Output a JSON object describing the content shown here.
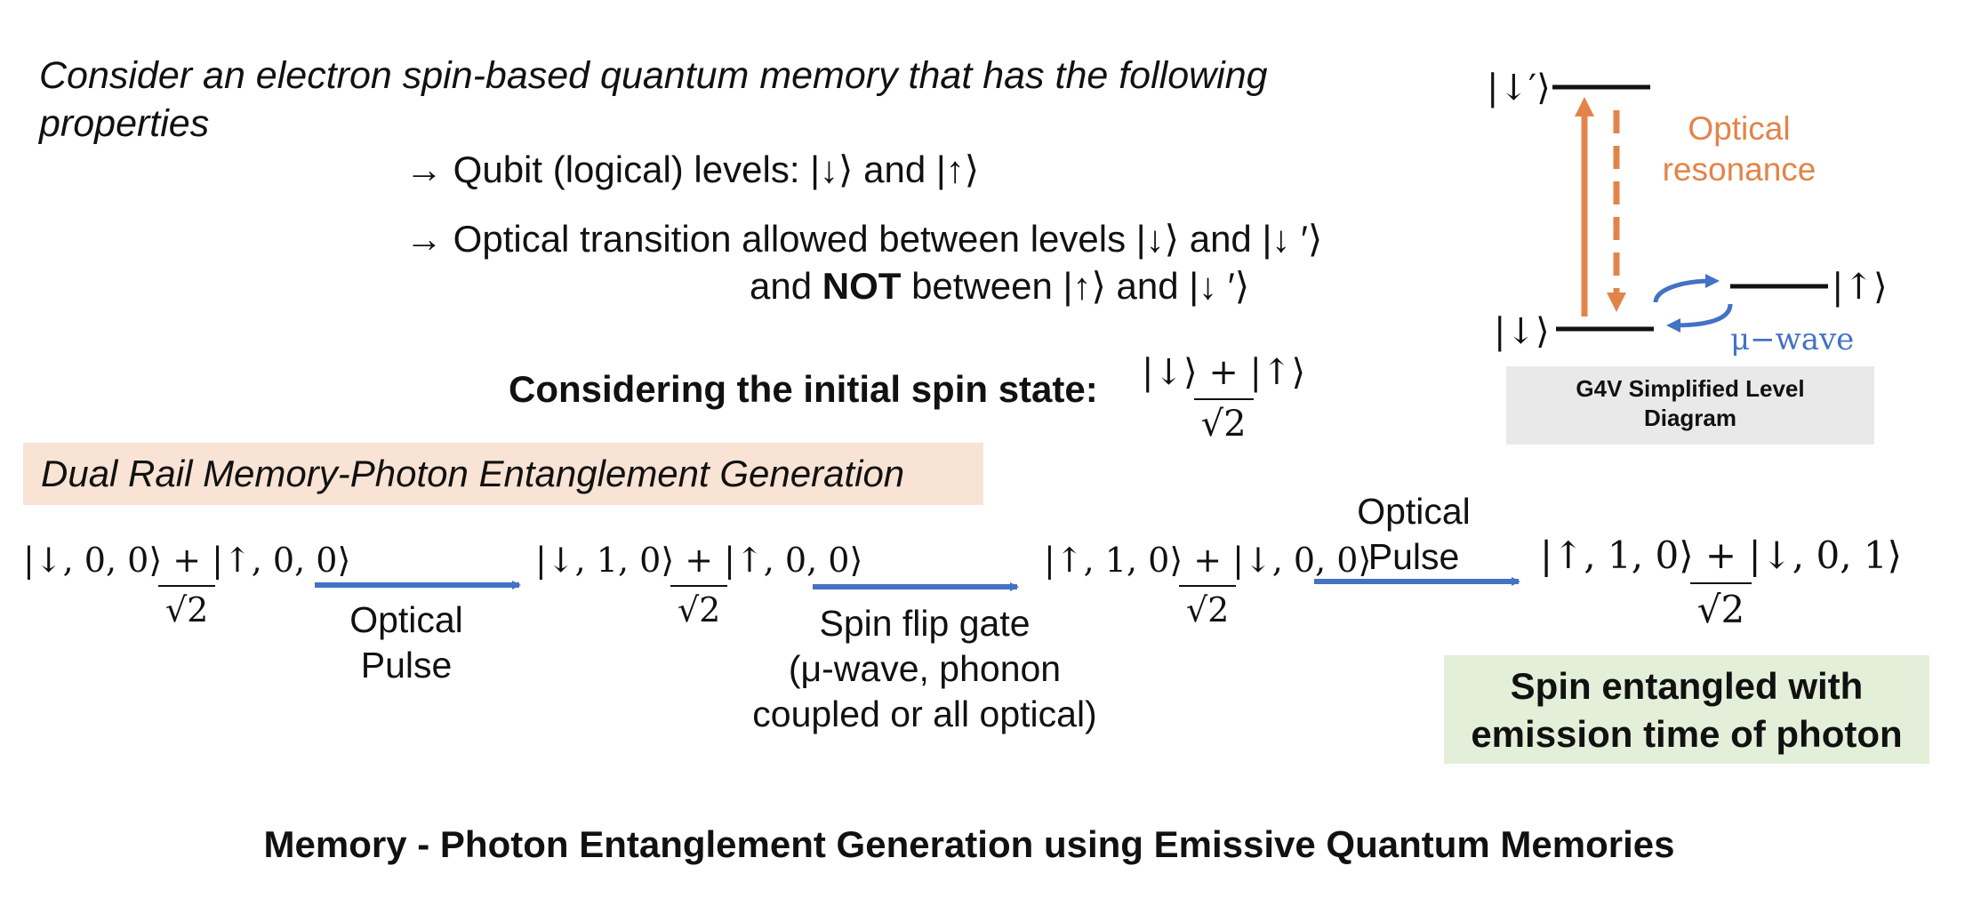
{
  "intro": "Consider an electron spin-based quantum memory that has the following properties",
  "bullet1": "→ Qubit (logical) levels: |↓⟩ and |↑⟩",
  "bullet2_line1": "→ Optical transition allowed between levels |↓⟩ and |↓ ′⟩",
  "bullet2_line2": {
    "pre": "and ",
    "bold": "NOT",
    "post": " between |↑⟩ and |↓ ′⟩"
  },
  "initial_state": {
    "label": "Considering the initial spin state:",
    "numerator": "|↓⟩ + |↑⟩",
    "denominator": "√2"
  },
  "section_title": "Dual Rail Memory-Photon Entanglement Generation",
  "states": [
    {
      "numerator": "|↓, 0, 0⟩ + |↑, 0, 0⟩",
      "denominator": "√2"
    },
    {
      "numerator": "|↓, 1, 0⟩ + |↑, 0, 0⟩",
      "denominator": "√2"
    },
    {
      "numerator": "|↑, 1, 0⟩ + |↓, 0, 0⟩",
      "denominator": "√2"
    },
    {
      "numerator": "|↑, 1, 0⟩ + |↓, 0, 1⟩",
      "denominator": "√2"
    }
  ],
  "steps": [
    {
      "line1": "Optical",
      "line2": "Pulse"
    },
    {
      "line1": "Spin flip gate",
      "line2": "(μ-wave, phonon",
      "line3": "coupled or all optical)"
    },
    {
      "line1": "Optical",
      "line2": "Pulse"
    }
  ],
  "result": {
    "line1": "Spin entangled with",
    "line2": "emission time of photon"
  },
  "footer": "Memory - Photon Entanglement Generation using Emissive Quantum Memories",
  "level_diagram": {
    "excited_label": "|↓′⟩",
    "ground_down_label": "|↓⟩",
    "ground_up_label": "|↑⟩",
    "optical_label_line1": "Optical",
    "optical_label_line2": "resonance",
    "microwave_label": "μ−wave",
    "caption_line1": "G4V Simplified Level",
    "caption_line2": "Diagram"
  },
  "colors": {
    "arrow_blue": "#4472c4",
    "optical_orange": "#e2844a",
    "dual_box_bg": "#f9e3d4",
    "result_box_bg": "#e3efd9",
    "caption_box_bg": "#e9e9e9"
  }
}
